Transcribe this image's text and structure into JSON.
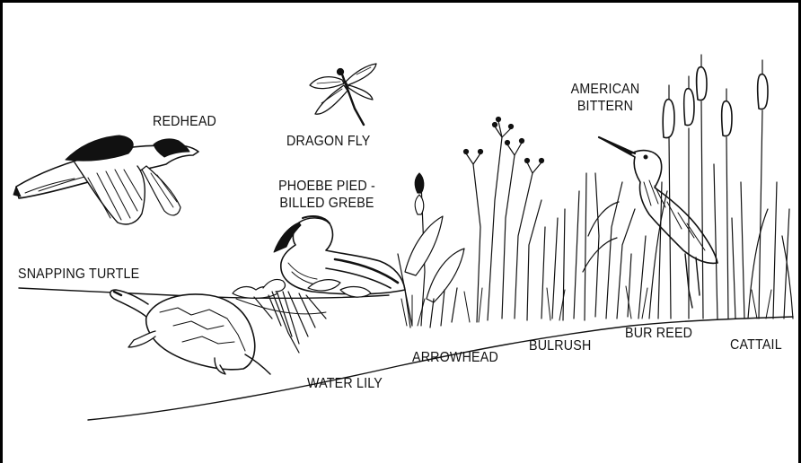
{
  "labels": {
    "redhead": "REDHEAD",
    "dragon_fly": "DRAGON FLY",
    "phoebe_line1": "PHOEBE PIED -",
    "phoebe_line2": "BILLED GREBE",
    "american_line1": "AMERICAN",
    "american_line2": "BITTERN",
    "snapping_turtle": "SNAPPING TURTLE",
    "water_lily": "WATER LILY",
    "arrowhead": "ARROWHEAD",
    "bulrush": "BULRUSH",
    "bur_reed": "BUR REED",
    "cattail": "CATTAIL"
  },
  "colors": {
    "ink": "#111111",
    "paper": "#ffffff"
  },
  "icons": [
    "duck-icon",
    "dragonfly-icon",
    "grebe-icon",
    "turtle-icon",
    "water-lily-icon",
    "arrowhead-plant-icon",
    "bulrush-icon",
    "bur-reed-icon",
    "bittern-icon",
    "cattail-icon"
  ]
}
